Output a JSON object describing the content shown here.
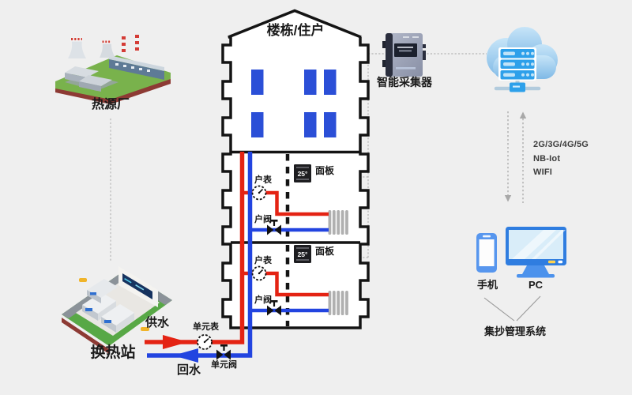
{
  "colors": {
    "background": "#efefef",
    "supply_pipe_red": "#e42313",
    "return_pipe_blue": "#2244e0",
    "window_blue": "#2b4fd7",
    "building_outline": "#141414",
    "radiator_gray": "#b0b0b0",
    "dotted_line_gray": "#b5b5b5",
    "device_blue": "#2f7de0",
    "cloud_blue": "#8ec9ef"
  },
  "left": {
    "heat_source_label": "热源厂",
    "exchange_station_label": "换热站",
    "supply_label": "供水",
    "return_label": "回水",
    "unit_meter_label": "单元表",
    "unit_valve_label": "单元阀"
  },
  "building": {
    "title": "楼栋/住户",
    "floors": [
      {
        "meter_label": "户表",
        "valve_label": "户阀",
        "panel_label": "面板",
        "panel_temp": "25°"
      },
      {
        "meter_label": "户表",
        "valve_label": "户阀",
        "panel_label": "面板",
        "panel_temp": "25°"
      }
    ]
  },
  "right": {
    "collector_label": "智能采集器",
    "network_labels": [
      "2G/3G/4G/5G",
      "NB-Iot",
      "WIFI"
    ],
    "phone_label": "手机",
    "pc_label": "PC",
    "system_label": "集抄管理系统"
  }
}
